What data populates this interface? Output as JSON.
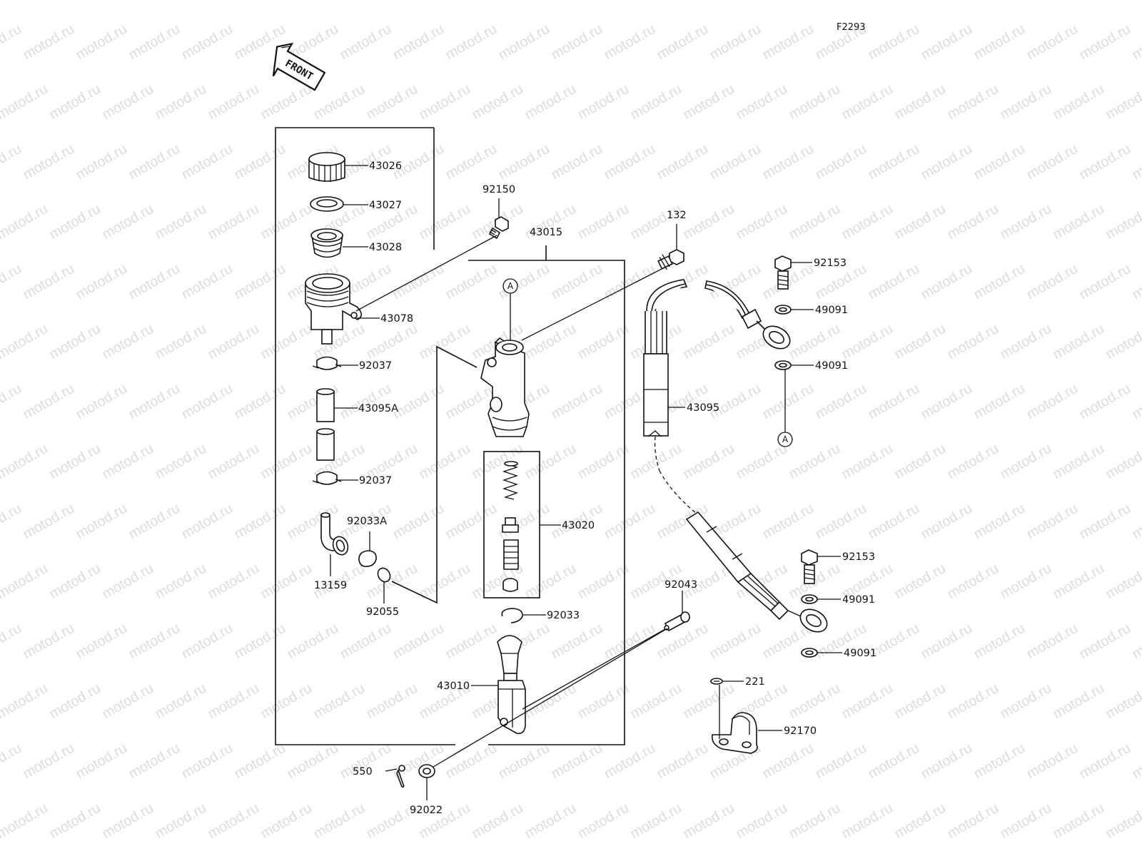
{
  "diagram_code": "F2293",
  "front_arrow": {
    "label": "FRONT"
  },
  "watermark": {
    "text": "motod.ru"
  },
  "reference_marker": "A",
  "parts": {
    "p43026": "43026",
    "p43027": "43027",
    "p43028": "43028",
    "p43078": "43078",
    "p92037a": "92037",
    "p43095A": "43095A",
    "p92037b": "92037",
    "p92033A": "92033A",
    "p13159": "13159",
    "p92055": "92055",
    "p92150": "92150",
    "p43015": "43015",
    "p43020": "43020",
    "p92033": "92033",
    "p43010": "43010",
    "p550": "550",
    "p92022": "92022",
    "p132": "132",
    "p92043": "92043",
    "p43095": "43095",
    "p92153a": "92153",
    "p49091a": "49091",
    "p49091b": "49091",
    "p92153b": "92153",
    "p49091c": "49091",
    "p49091d": "49091",
    "p221": "221",
    "p92170": "92170"
  }
}
